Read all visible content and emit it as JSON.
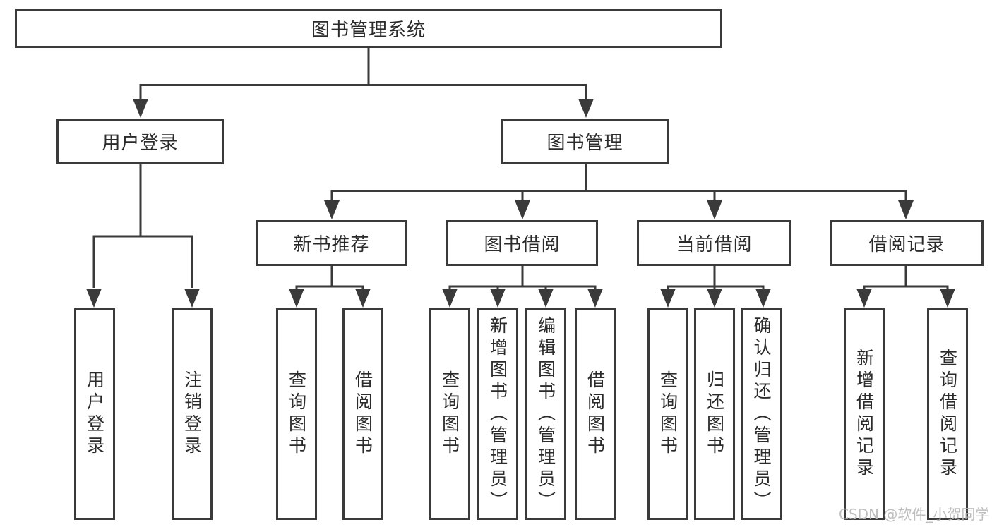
{
  "diagram": {
    "root": {
      "label": "图书管理系统"
    },
    "level2": [
      {
        "label": "用户登录"
      },
      {
        "label": "图书管理"
      }
    ],
    "level3": [
      {
        "label": "新书推荐"
      },
      {
        "label": "图书借阅"
      },
      {
        "label": "当前借阅"
      },
      {
        "label": "借阅记录"
      }
    ],
    "leaves": {
      "user_login": [
        "用户登录",
        "注销登录"
      ],
      "new_book": [
        "查询图书",
        "借阅图书"
      ],
      "book_borrow": [
        "查询图书",
        "新增图书（管理员）",
        "编辑图书（管理员）",
        "借阅图书"
      ],
      "current_borrow": [
        "查询图书",
        "归还图书",
        "确认归还（管理员）"
      ],
      "borrow_record": [
        "新增借阅记录",
        "查询借阅记录"
      ]
    }
  },
  "watermark": {
    "text": "CSDN @软件_小贺同学"
  },
  "colors": {
    "line": "#3a3a3a",
    "text": "#2b2b2b",
    "watermark": "#b9b9b9",
    "background": "#ffffff"
  }
}
